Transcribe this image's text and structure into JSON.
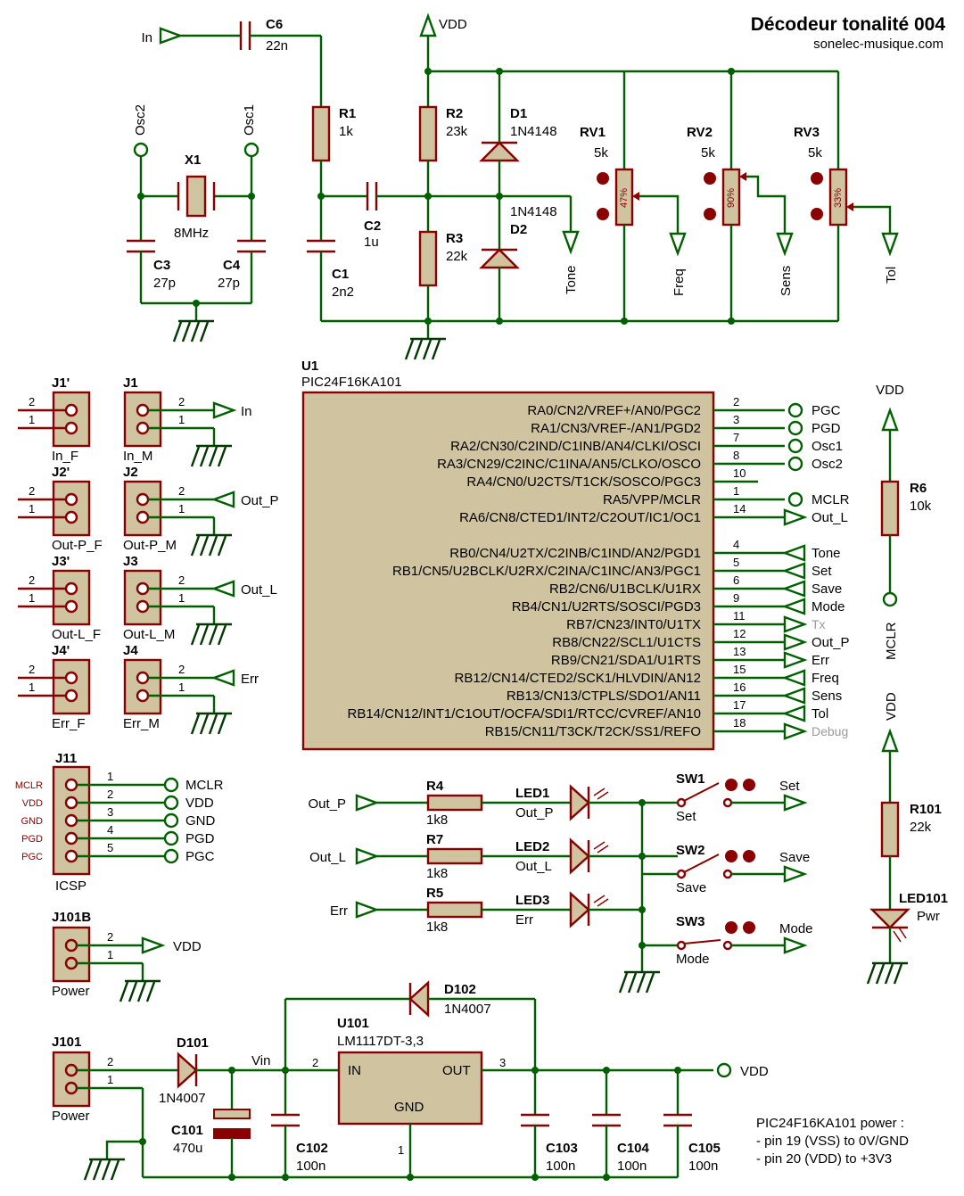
{
  "title": "Décodeur tonalité 004",
  "website": "sonelec-musique.com",
  "components": {
    "c6": {
      "ref": "C6",
      "val": "22n"
    },
    "r1": {
      "ref": "R1",
      "val": "1k"
    },
    "r2": {
      "ref": "R2",
      "val": "23k"
    },
    "r3": {
      "ref": "R3",
      "val": "22k"
    },
    "d1": {
      "ref": "D1",
      "val": "1N4148"
    },
    "d2": {
      "ref": "D2",
      "val": "1N4148"
    },
    "c1": {
      "ref": "C1",
      "val": "2n2"
    },
    "c2": {
      "ref": "C2",
      "val": "1u"
    },
    "x1": {
      "ref": "X1",
      "val": "8MHz"
    },
    "c3": {
      "ref": "C3",
      "val": "27p"
    },
    "c4": {
      "ref": "C4",
      "val": "27p"
    },
    "rv1": {
      "ref": "RV1",
      "val": "5k",
      "pct": "47%"
    },
    "rv2": {
      "ref": "RV2",
      "val": "5k",
      "pct": "90%"
    },
    "rv3": {
      "ref": "RV3",
      "val": "5k",
      "pct": "33%"
    },
    "u1": {
      "ref": "U1",
      "val": "PIC24F16KA101"
    },
    "r6": {
      "ref": "R6",
      "val": "10k"
    },
    "r101": {
      "ref": "R101",
      "val": "22k"
    },
    "led101": {
      "ref": "LED101",
      "val": "Pwr"
    },
    "r4": {
      "ref": "R4",
      "val": "1k8"
    },
    "r7": {
      "ref": "R7",
      "val": "1k8"
    },
    "r5": {
      "ref": "R5",
      "val": "1k8"
    },
    "led1": {
      "ref": "LED1",
      "val": "Out_P"
    },
    "led2": {
      "ref": "LED2",
      "val": "Out_L"
    },
    "led3": {
      "ref": "LED3",
      "val": "Err"
    },
    "sw1": {
      "ref": "SW1",
      "val": "Set"
    },
    "sw2": {
      "ref": "SW2",
      "val": "Save"
    },
    "sw3": {
      "ref": "SW3",
      "val": "Mode"
    },
    "d102": {
      "ref": "D102",
      "val": "1N4007"
    },
    "u101": {
      "ref": "U101",
      "val": "LM1117DT-3,3",
      "in": "IN",
      "out": "OUT",
      "gnd": "GND"
    },
    "j101": {
      "ref": "J101",
      "val": "Power"
    },
    "d101": {
      "ref": "D101",
      "val": "1N4007"
    },
    "c101": {
      "ref": "C101",
      "val": "470u"
    },
    "c102": {
      "ref": "C102",
      "val": "100n"
    },
    "c103": {
      "ref": "C103",
      "val": "100n"
    },
    "c104": {
      "ref": "C104",
      "val": "100n"
    },
    "c105": {
      "ref": "C105",
      "val": "100n"
    },
    "j101b": {
      "ref": "J101B",
      "val": "Power"
    },
    "j11": {
      "ref": "J11",
      "val": "ICSP"
    }
  },
  "net_labels": {
    "in": "In",
    "vdd": "VDD",
    "osc1": "Osc1",
    "osc2": "Osc2",
    "tone": "Tone",
    "freq": "Freq",
    "sens": "Sens",
    "tol": "Tol",
    "mclr": "MCLR",
    "vin": "Vin",
    "out_p": "Out_P",
    "out_l": "Out_L",
    "err": "Err",
    "set": "Set",
    "save": "Save",
    "mode": "Mode"
  },
  "connectors": [
    {
      "ref": "J1'",
      "val": "In_F",
      "net": ""
    },
    {
      "ref": "J1",
      "val": "In_M",
      "net": "In"
    },
    {
      "ref": "J2'",
      "val": "Out-P_F",
      "net": ""
    },
    {
      "ref": "J2",
      "val": "Out-P_M",
      "net": "Out_P"
    },
    {
      "ref": "J3'",
      "val": "Out-L_F",
      "net": ""
    },
    {
      "ref": "J3",
      "val": "Out-L_M",
      "net": "Out_L"
    },
    {
      "ref": "J4'",
      "val": "Err_F",
      "net": ""
    },
    {
      "ref": "J4",
      "val": "Err_M",
      "net": "Err"
    }
  ],
  "icsp_pins": [
    {
      "side": "MCLR",
      "num": "1",
      "net": "MCLR"
    },
    {
      "side": "VDD",
      "num": "2",
      "net": "VDD"
    },
    {
      "side": "GND",
      "num": "3",
      "net": "GND"
    },
    {
      "side": "PGD",
      "num": "4",
      "net": "PGD"
    },
    {
      "side": "PGC",
      "num": "5",
      "net": "PGC"
    }
  ],
  "u1_pins": [
    {
      "name": "RA0/CN2/VREF+/AN0/PGC2",
      "num": "2",
      "net": "PGC",
      "kind": "io"
    },
    {
      "name": "RA1/CN3/VREF-/AN1/PGD2",
      "num": "3",
      "net": "PGD",
      "kind": "io"
    },
    {
      "name": "RA2/CN30/C2IND/C1INB/AN4/CLKI/OSCI",
      "num": "7",
      "net": "Osc1",
      "kind": "io"
    },
    {
      "name": "RA3/CN29/C2INC/C1INA/AN5/CLKO/OSCO",
      "num": "8",
      "net": "Osc2",
      "kind": "io"
    },
    {
      "name": "RA4/CN0/U2CTS/T1CK/SOSCO/PGC3",
      "num": "10",
      "net": "",
      "kind": "none"
    },
    {
      "name": "RA5/VPP/MCLR",
      "num": "1",
      "net": "MCLR",
      "kind": "io"
    },
    {
      "name": "RA6/CN8/CTED1/INT2/C2OUT/IC1/OC1",
      "num": "14",
      "net": "Out_L",
      "kind": "out"
    },
    {
      "name": "RB0/CN4/U2TX/C2INB/C1IND/AN2/PGD1",
      "num": "4",
      "net": "Tone",
      "kind": "in"
    },
    {
      "name": "RB1/CN5/U2BCLK/U2RX/C2INA/C1INC/AN3/PGC1",
      "num": "5",
      "net": "Set",
      "kind": "in"
    },
    {
      "name": "RB2/CN6/U1BCLK/U1RX",
      "num": "6",
      "net": "Save",
      "kind": "in"
    },
    {
      "name": "RB4/CN1/U2RTS/SOSCI/PGD3",
      "num": "9",
      "net": "Mode",
      "kind": "in"
    },
    {
      "name": "RB7/CN23/INT0/U1TX",
      "num": "11",
      "net": "Tx",
      "kind": "out-gray"
    },
    {
      "name": "RB8/CN22/SCL1/U1CTS",
      "num": "12",
      "net": "Out_P",
      "kind": "out"
    },
    {
      "name": "RB9/CN21/SDA1/U1RTS",
      "num": "13",
      "net": "Err",
      "kind": "out"
    },
    {
      "name": "RB12/CN14/CTED2/SCK1/HLVDIN/AN12",
      "num": "15",
      "net": "Freq",
      "kind": "in"
    },
    {
      "name": "RB13/CN13/CTPLS/SDO1/AN11",
      "num": "16",
      "net": "Sens",
      "kind": "in"
    },
    {
      "name": "RB14/CN12/INT1/C1OUT/OCFA/SDI1/RTCC/CVREF/AN10",
      "num": "17",
      "net": "Tol",
      "kind": "in"
    },
    {
      "name": "RB15/CN11/T3CK/T2CK/SS1/REFO",
      "num": "18",
      "net": "Debug",
      "kind": "out-gray"
    }
  ],
  "pin_numbers": {
    "p1": "1",
    "p2": "2"
  },
  "reg_pins": {
    "in": "2",
    "out": "3",
    "gnd": "1"
  },
  "note": [
    "PIC24F16KA101 power :",
    "- pin 19 (VSS) to 0V/GND",
    "- pin 20 (VDD) to +3V3"
  ],
  "colors": {
    "wire": "#006000",
    "part_outline": "#8a0000",
    "part_fill": "#cfc3a0",
    "chip_fill": "#cfc3a0"
  }
}
